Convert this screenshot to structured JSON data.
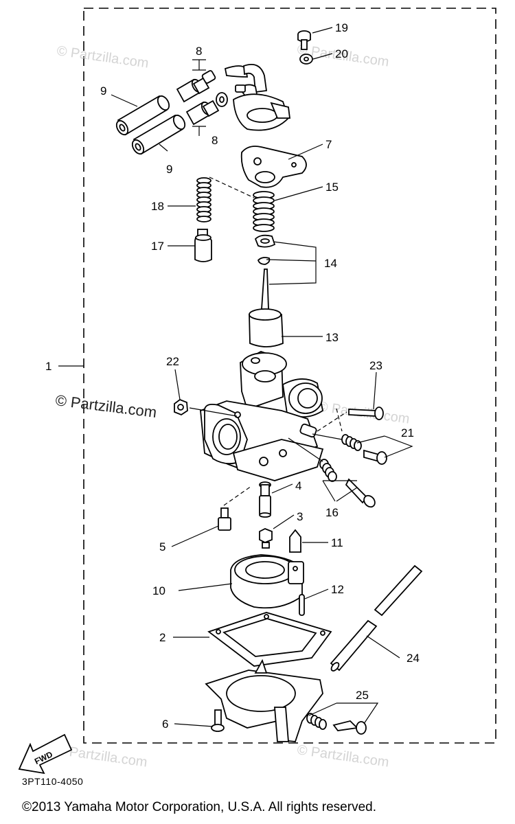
{
  "diagram": {
    "callouts": [
      "1",
      "2",
      "3",
      "4",
      "5",
      "6",
      "7",
      "8",
      "8",
      "9",
      "9",
      "10",
      "11",
      "12",
      "13",
      "14",
      "15",
      "16",
      "17",
      "18",
      "19",
      "20",
      "21",
      "22",
      "23",
      "24",
      "25"
    ],
    "watermark": "© Partzilla.com",
    "fwd_label": "FWD",
    "part_code": "3PT110-4050",
    "copyright": "©2013  Yamaha Motor Corporation, U.S.A. All rights reserved."
  }
}
